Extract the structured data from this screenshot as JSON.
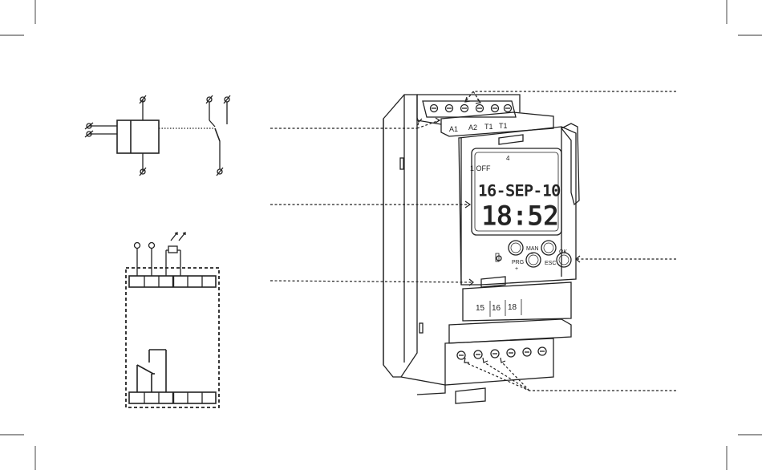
{
  "device": {
    "terminals_top": [
      "A1",
      "A2",
      "T1",
      "T1"
    ],
    "indicator_above_display": "4",
    "display": {
      "status_line": "1 OFF",
      "date_line": "16-SEP-10",
      "time_line": "18:52"
    },
    "buttons": {
      "man": "MAN",
      "prg": "PRG",
      "plus_sign": "+",
      "minus_sign": "–",
      "ok": "OK",
      "esc": "ESC"
    },
    "terminals_bottom": [
      "15",
      "16",
      "18"
    ]
  },
  "colors": {
    "line": "#222222",
    "background": "#ffffff"
  }
}
